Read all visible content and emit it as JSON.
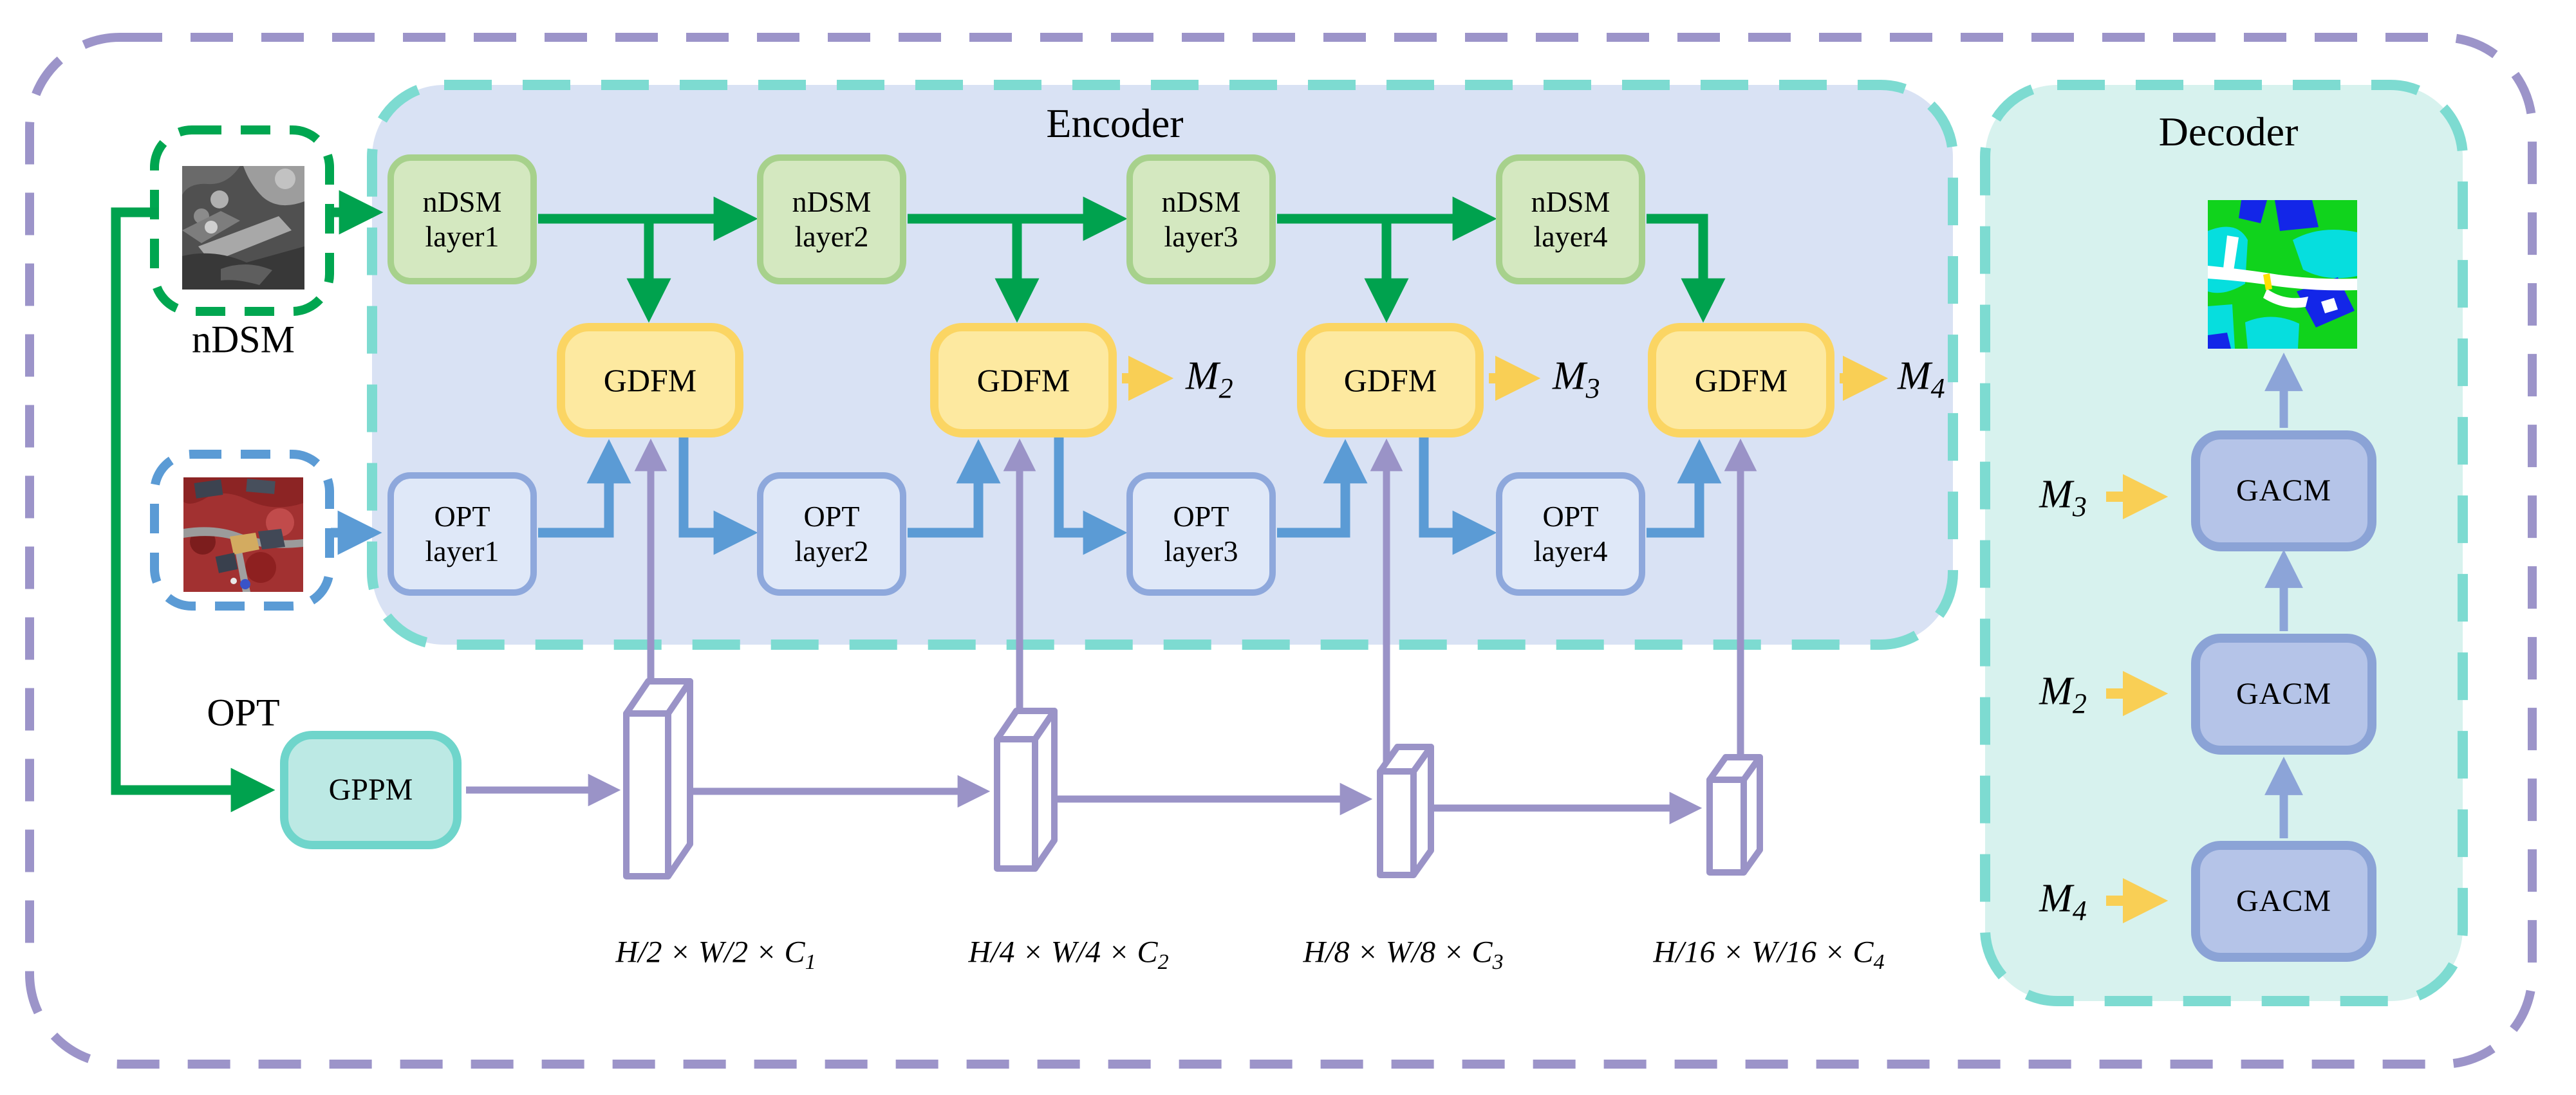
{
  "titles": {
    "encoder": "Encoder",
    "decoder": "Decoder"
  },
  "inputs": {
    "ndsm_caption": "nDSM",
    "opt_caption": "OPT"
  },
  "encoder": {
    "ndsm_layers": [
      {
        "line1": "nDSM",
        "line2": "layer1"
      },
      {
        "line1": "nDSM",
        "line2": "layer2"
      },
      {
        "line1": "nDSM",
        "line2": "layer3"
      },
      {
        "line1": "nDSM",
        "line2": "layer4"
      }
    ],
    "opt_layers": [
      {
        "line1": "OPT",
        "line2": "layer1"
      },
      {
        "line1": "OPT",
        "line2": "layer2"
      },
      {
        "line1": "OPT",
        "line2": "layer3"
      },
      {
        "line1": "OPT",
        "line2": "layer4"
      }
    ],
    "gdfm": [
      "GDFM",
      "GDFM",
      "GDFM",
      "GDFM"
    ],
    "outputs": [
      {
        "base": "M",
        "sub": "2"
      },
      {
        "base": "M",
        "sub": "3"
      },
      {
        "base": "M",
        "sub": "4"
      }
    ]
  },
  "gppm_label": "GPPM",
  "feature_dims": [
    {
      "base": "H/2 × W/2 × C",
      "sub": "1"
    },
    {
      "base": "H/4 × W/4 × C",
      "sub": "2"
    },
    {
      "base": "H/8 × W/8 × C",
      "sub": "3"
    },
    {
      "base": "H/16 × W/16 × C",
      "sub": "4"
    }
  ],
  "decoder": {
    "gacm": [
      "GACM",
      "GACM",
      "GACM"
    ],
    "inputs": [
      {
        "base": "M",
        "sub": "3"
      },
      {
        "base": "M",
        "sub": "2"
      },
      {
        "base": "M",
        "sub": "4"
      }
    ]
  },
  "colors": {
    "outer_border": "#9C94C9",
    "panel_dash": "#7DDBD1",
    "encoder_fill": "#D9E2F4",
    "decoder_fill": "#D7F2EE",
    "green_arrow": "#00A24E",
    "blue_arrow": "#5B9BD5",
    "purple_arrow": "#9A93C7",
    "yellow_arrow": "#F9CF55",
    "decoder_arrow": "#8CA4D8",
    "gdfm_fill": "#FDE9A0",
    "gdfm_border": "#FBD563",
    "ndsm_layer_fill": "#D4E8C0",
    "ndsm_layer_border": "#A7D18C",
    "opt_layer_fill": "#DFE8F8",
    "opt_layer_border": "#8EA8DC",
    "gacm_fill": "#B5C4E8",
    "gacm_border": "#8BA3D6",
    "gppm_fill": "#BCE9E4",
    "gppm_border": "#6FD5CB"
  }
}
